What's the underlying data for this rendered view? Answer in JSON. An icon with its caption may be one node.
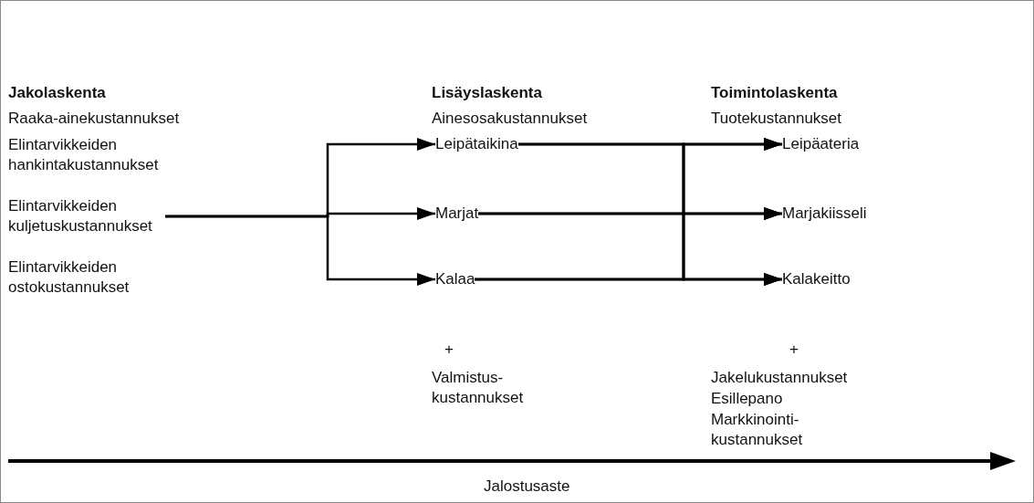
{
  "diagram": {
    "nodes": [
      {
        "text": [
          "Elintarvikkeiden hankintakustannukset"
        ]
      },
      {
        "text": [
          "Elintarvikkeiden kuljetuskustannukset"
        ]
      },
      {
        "text": [
          "Elintarvikkeiden ostokustannukset"
        ]
      },
      {
        "text": [
          "Leipätaikina"
        ]
      },
      {
        "text": [
          "Marjat"
        ]
      },
      {
        "text": [
          "Kalaa"
        ]
      },
      {
        "text": [
          "Leipäateria"
        ]
      },
      {
        "text": [
          "Marjakiisseli"
        ]
      },
      {
        "text": [
          "Kalakeitto"
        ]
      }
    ],
    "edges": [
      {
        "from": 1,
        "to": 3,
        "arrow": "to"
      },
      {
        "from": 1,
        "to": 4,
        "arrow": "to"
      },
      {
        "from": 1,
        "to": 5,
        "arrow": "to"
      },
      {
        "from": 3,
        "to": 6,
        "arrow": "to"
      },
      {
        "from": 3,
        "to": 7,
        "arrow": "to"
      },
      {
        "from": 3,
        "to": 8,
        "arrow": "to"
      },
      {
        "from": 4,
        "to": 6,
        "arrow": "to"
      },
      {
        "from": 4,
        "to": 7,
        "arrow": "to"
      },
      {
        "from": 4,
        "to": 8,
        "arrow": "to"
      },
      {
        "from": 5,
        "to": 6,
        "arrow": "to"
      },
      {
        "from": 5,
        "to": 7,
        "arrow": "to"
      },
      {
        "from": 5,
        "to": 8,
        "arrow": "to"
      }
    ],
    "labels": [
      "Jakolaskenta",
      "Lisäyslaskenta",
      "Toimintolaskenta",
      "Raaka-ainekustannukset",
      "Ainesosakustannukset",
      "Tuotekustannukset",
      "+",
      "+",
      "Valmistus- kustannukset",
      "Jakelukustannukset",
      "Esillepano",
      "Markkinointi- kustannukset",
      "Jalostusaste"
    ]
  }
}
